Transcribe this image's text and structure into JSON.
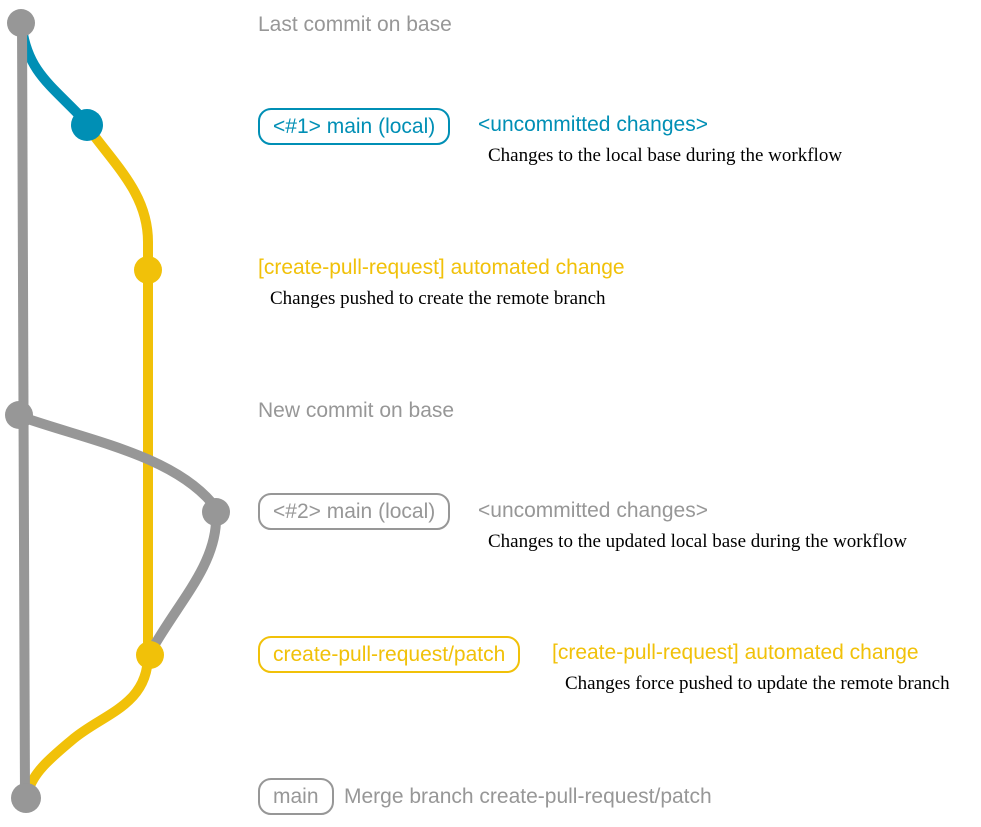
{
  "colors": {
    "gray": "#979797",
    "blue": "#008fb5",
    "yellow": "#f1c109"
  },
  "annotations": {
    "last_commit_label": "Last commit on base",
    "new_commit_label": "New commit on base",
    "local1": {
      "pill": "<#1> main (local)",
      "message": "<uncommitted changes>",
      "note": "Changes to the local base during the workflow"
    },
    "push1": {
      "message": "[create-pull-request] automated change",
      "note": "Changes pushed to create the remote branch"
    },
    "local2": {
      "pill": "<#2> main (local)",
      "message": "<uncommitted changes>",
      "note": "Changes to the updated local base during the workflow"
    },
    "push2": {
      "pill": "create-pull-request/patch",
      "message": "[create-pull-request] automated change",
      "note": "Changes force pushed to update the remote branch"
    },
    "merge": {
      "pill": "main",
      "message": "Merge branch create-pull-request/patch"
    }
  }
}
